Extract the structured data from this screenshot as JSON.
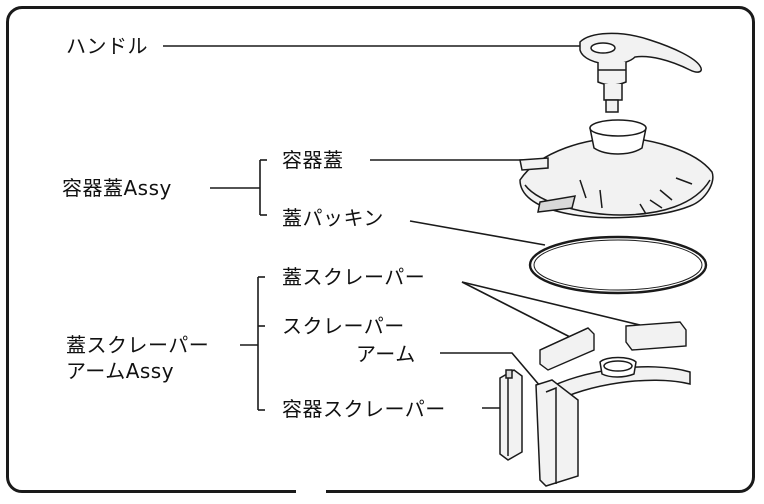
{
  "labels": {
    "handle": "ハンドル",
    "lid_assy": "容器蓋Assy",
    "lid": "容器蓋",
    "lid_packing": "蓋パッキン",
    "lid_scraper_arm_assy_line1": "蓋スクレーパー",
    "lid_scraper_arm_assy_line2": "アームAssy",
    "lid_scraper": "蓋スクレーパー",
    "scraper_arm_line1": "スクレーパー",
    "scraper_arm_line2": "アーム",
    "container_scraper": "容器スクレーパー"
  },
  "colors": {
    "line": "#1a1a1a",
    "part_fill": "#f2f2f2",
    "part_shade": "#d9d9d9"
  }
}
